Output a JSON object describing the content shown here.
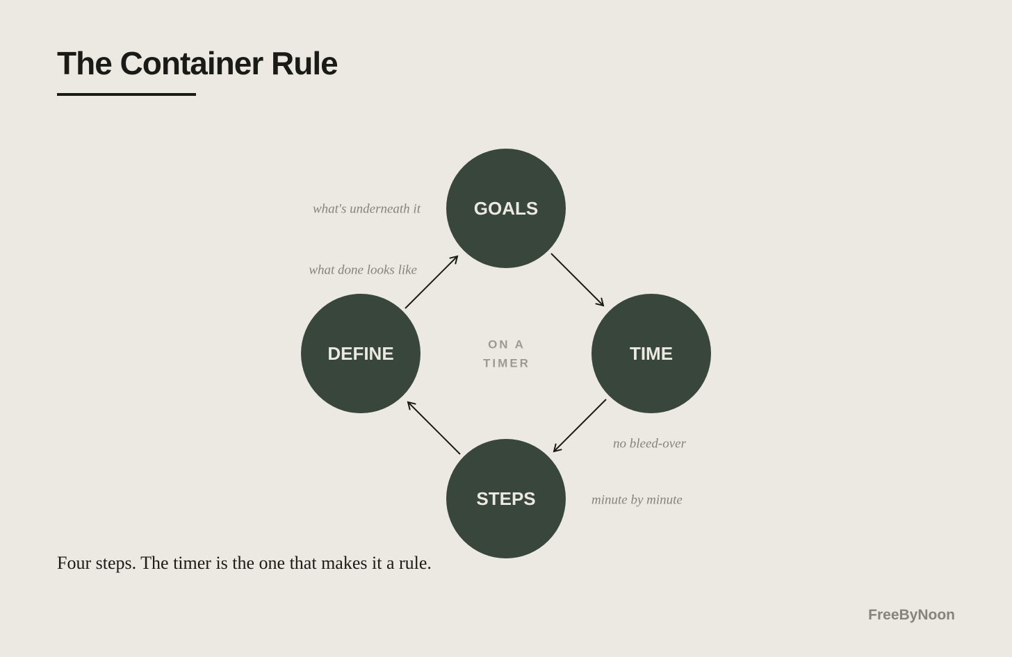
{
  "title": "The Container Rule",
  "caption": "Four steps. The timer is the one that makes it a rule.",
  "brand": "FreeByNoon",
  "diagram": {
    "nodes": {
      "goals": "GOALS",
      "time": "TIME",
      "steps": "STEPS",
      "define": "DEFINE"
    },
    "center": {
      "line1": "ON A",
      "line2": "TIMER"
    },
    "annotations": {
      "goals_note": "what's underneath it",
      "define_note": "what done looks like",
      "time_note": "no bleed-over",
      "steps_note": "minute by minute"
    }
  },
  "colors": {
    "background": "#ece9e2",
    "node_fill": "#38463c",
    "node_text": "#ece9e2",
    "annotation_text": "#85847a",
    "ink": "#1a1a17"
  }
}
